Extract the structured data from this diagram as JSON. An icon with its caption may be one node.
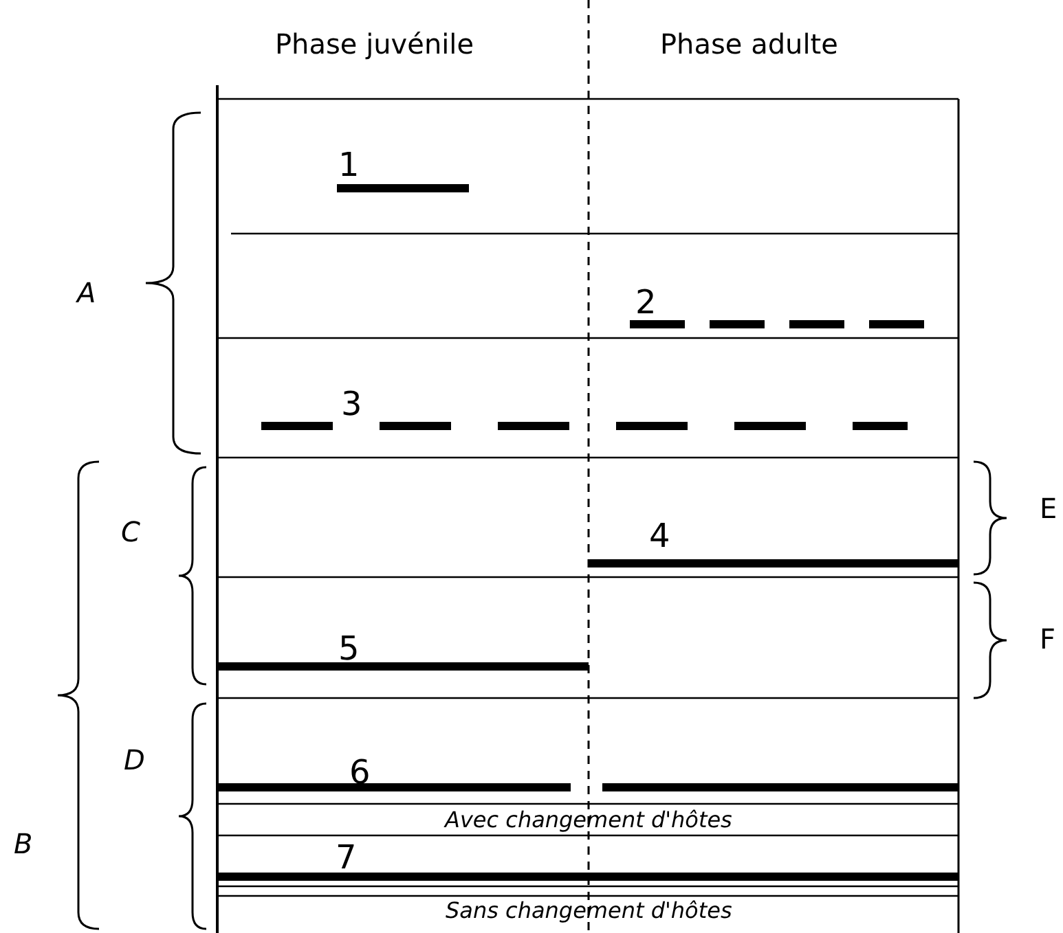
{
  "diagram": {
    "labels": [
      "Phase juvénile",
      "Phase adulte",
      "A",
      "1",
      "2",
      "3",
      "B",
      "C",
      "E",
      "4",
      "F",
      "5",
      "D",
      "6",
      "Avec changement d'hôtes",
      "7",
      "Sans changement d'hôtes"
    ]
  }
}
